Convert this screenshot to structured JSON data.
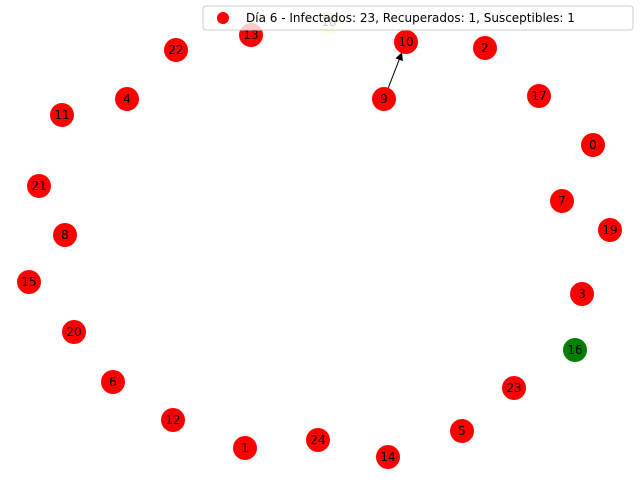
{
  "legend": {
    "text": "Día 6 - Infectados: 23, Recuperados: 1, Susceptibles: 1",
    "marker_color": "#ff0000"
  },
  "colors": {
    "infected": "#ff0000",
    "recovered": "#008000",
    "susceptible": "#ffffe0",
    "edge": "#000000"
  },
  "nodes": [
    {
      "id": "0",
      "state": "infected"
    },
    {
      "id": "1",
      "state": "infected"
    },
    {
      "id": "2",
      "state": "infected"
    },
    {
      "id": "3",
      "state": "infected"
    },
    {
      "id": "4",
      "state": "infected"
    },
    {
      "id": "5",
      "state": "infected"
    },
    {
      "id": "6",
      "state": "infected"
    },
    {
      "id": "7",
      "state": "infected"
    },
    {
      "id": "8",
      "state": "infected"
    },
    {
      "id": "9",
      "state": "infected"
    },
    {
      "id": "10",
      "state": "infected"
    },
    {
      "id": "11",
      "state": "infected"
    },
    {
      "id": "12",
      "state": "infected"
    },
    {
      "id": "13",
      "state": "infected"
    },
    {
      "id": "14",
      "state": "infected"
    },
    {
      "id": "15",
      "state": "infected"
    },
    {
      "id": "16",
      "state": "recovered"
    },
    {
      "id": "17",
      "state": "infected"
    },
    {
      "id": "18",
      "state": "susceptible"
    },
    {
      "id": "19",
      "state": "infected"
    },
    {
      "id": "20",
      "state": "infected"
    },
    {
      "id": "21",
      "state": "infected"
    },
    {
      "id": "22",
      "state": "infected"
    },
    {
      "id": "23",
      "state": "infected"
    },
    {
      "id": "24",
      "state": "infected"
    }
  ],
  "edges": [
    {
      "source": "9",
      "target": "10",
      "directed": true
    }
  ]
}
